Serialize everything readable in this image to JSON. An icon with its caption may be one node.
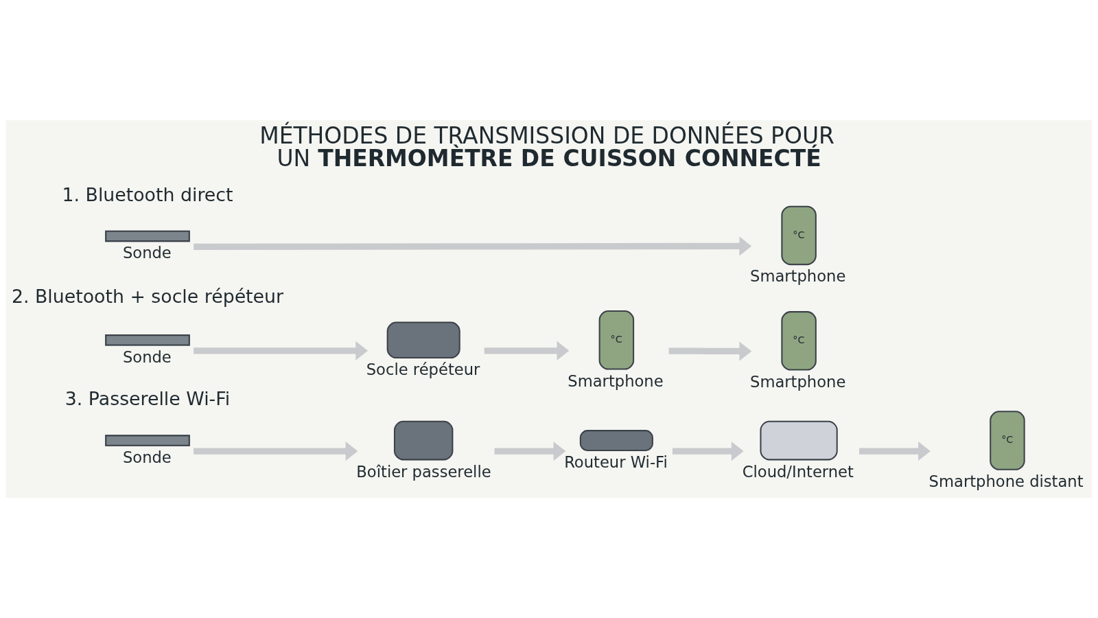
{
  "diagram": {
    "title": "MÉTHODES DE TRANSMISSION DE DONNÉES POUR UN **THERMOMÈTRE DE CUISSON CONNECTÉ**",
    "nodes": [
      {
        "text": [
          "Sonde"
        ]
      },
      {
        "text": [
          "°C",
          "Smartphone"
        ]
      },
      {
        "text": [
          "Sonde"
        ]
      },
      {
        "text": [
          "Socle répéteur"
        ]
      },
      {
        "text": [
          "°C",
          "Smartphone"
        ]
      },
      {
        "text": [
          "°C",
          "Smartphone"
        ]
      },
      {
        "text": [
          "Sonde"
        ]
      },
      {
        "text": [
          "Boîtier passerelle"
        ]
      },
      {
        "text": [
          "Routeur Wi-Fi"
        ]
      },
      {
        "text": [
          "Cloud/Internet"
        ]
      },
      {
        "text": [
          "°C",
          "Smartphone distant"
        ]
      }
    ],
    "edges": [
      {
        "from": 0,
        "to": 1,
        "arrow": "to"
      },
      {
        "from": 2,
        "to": 3,
        "arrow": "to"
      },
      {
        "from": 3,
        "to": 4,
        "arrow": "to"
      },
      {
        "from": 4,
        "to": 5,
        "arrow": "to"
      },
      {
        "from": 6,
        "to": 7,
        "arrow": "to"
      },
      {
        "from": 7,
        "to": 8,
        "arrow": "to"
      },
      {
        "from": 8,
        "to": 9,
        "arrow": "to"
      },
      {
        "from": 9,
        "to": 10,
        "arrow": "to"
      }
    ],
    "labels": [
      "1. Bluetooth direct",
      "2. Bluetooth + socle répéteur",
      "3. Passerelle Wi-Fi"
    ]
  }
}
